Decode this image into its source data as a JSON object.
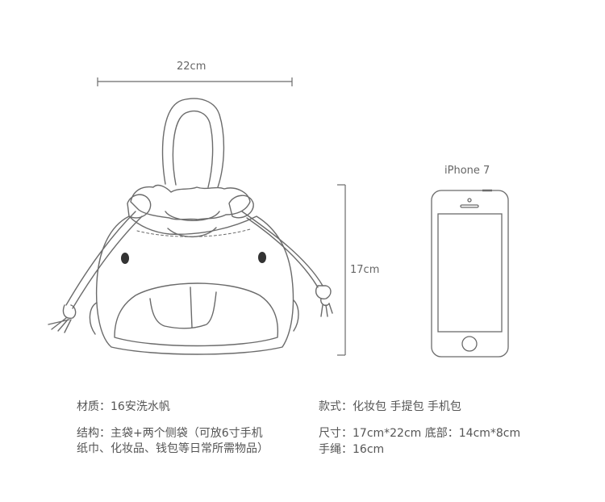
{
  "dimensions": {
    "width_label": "22cm",
    "height_label": "17cm"
  },
  "phone": {
    "model_label": "iPhone 7"
  },
  "specs": {
    "material": "材质：16安洗水帆",
    "structure_line1": "结构：主袋+两个侧袋（可放6寸手机",
    "structure_line2": "纸巾、化妆品、钱包等日常所需物品）",
    "style": "款式：化妆包 手提包 手机包",
    "size": "尺寸：17cm*22cm  底部：14cm*8cm",
    "handle": "手绳：16cm"
  },
  "colors": {
    "line": "#6b6b6b",
    "text": "#555555"
  }
}
